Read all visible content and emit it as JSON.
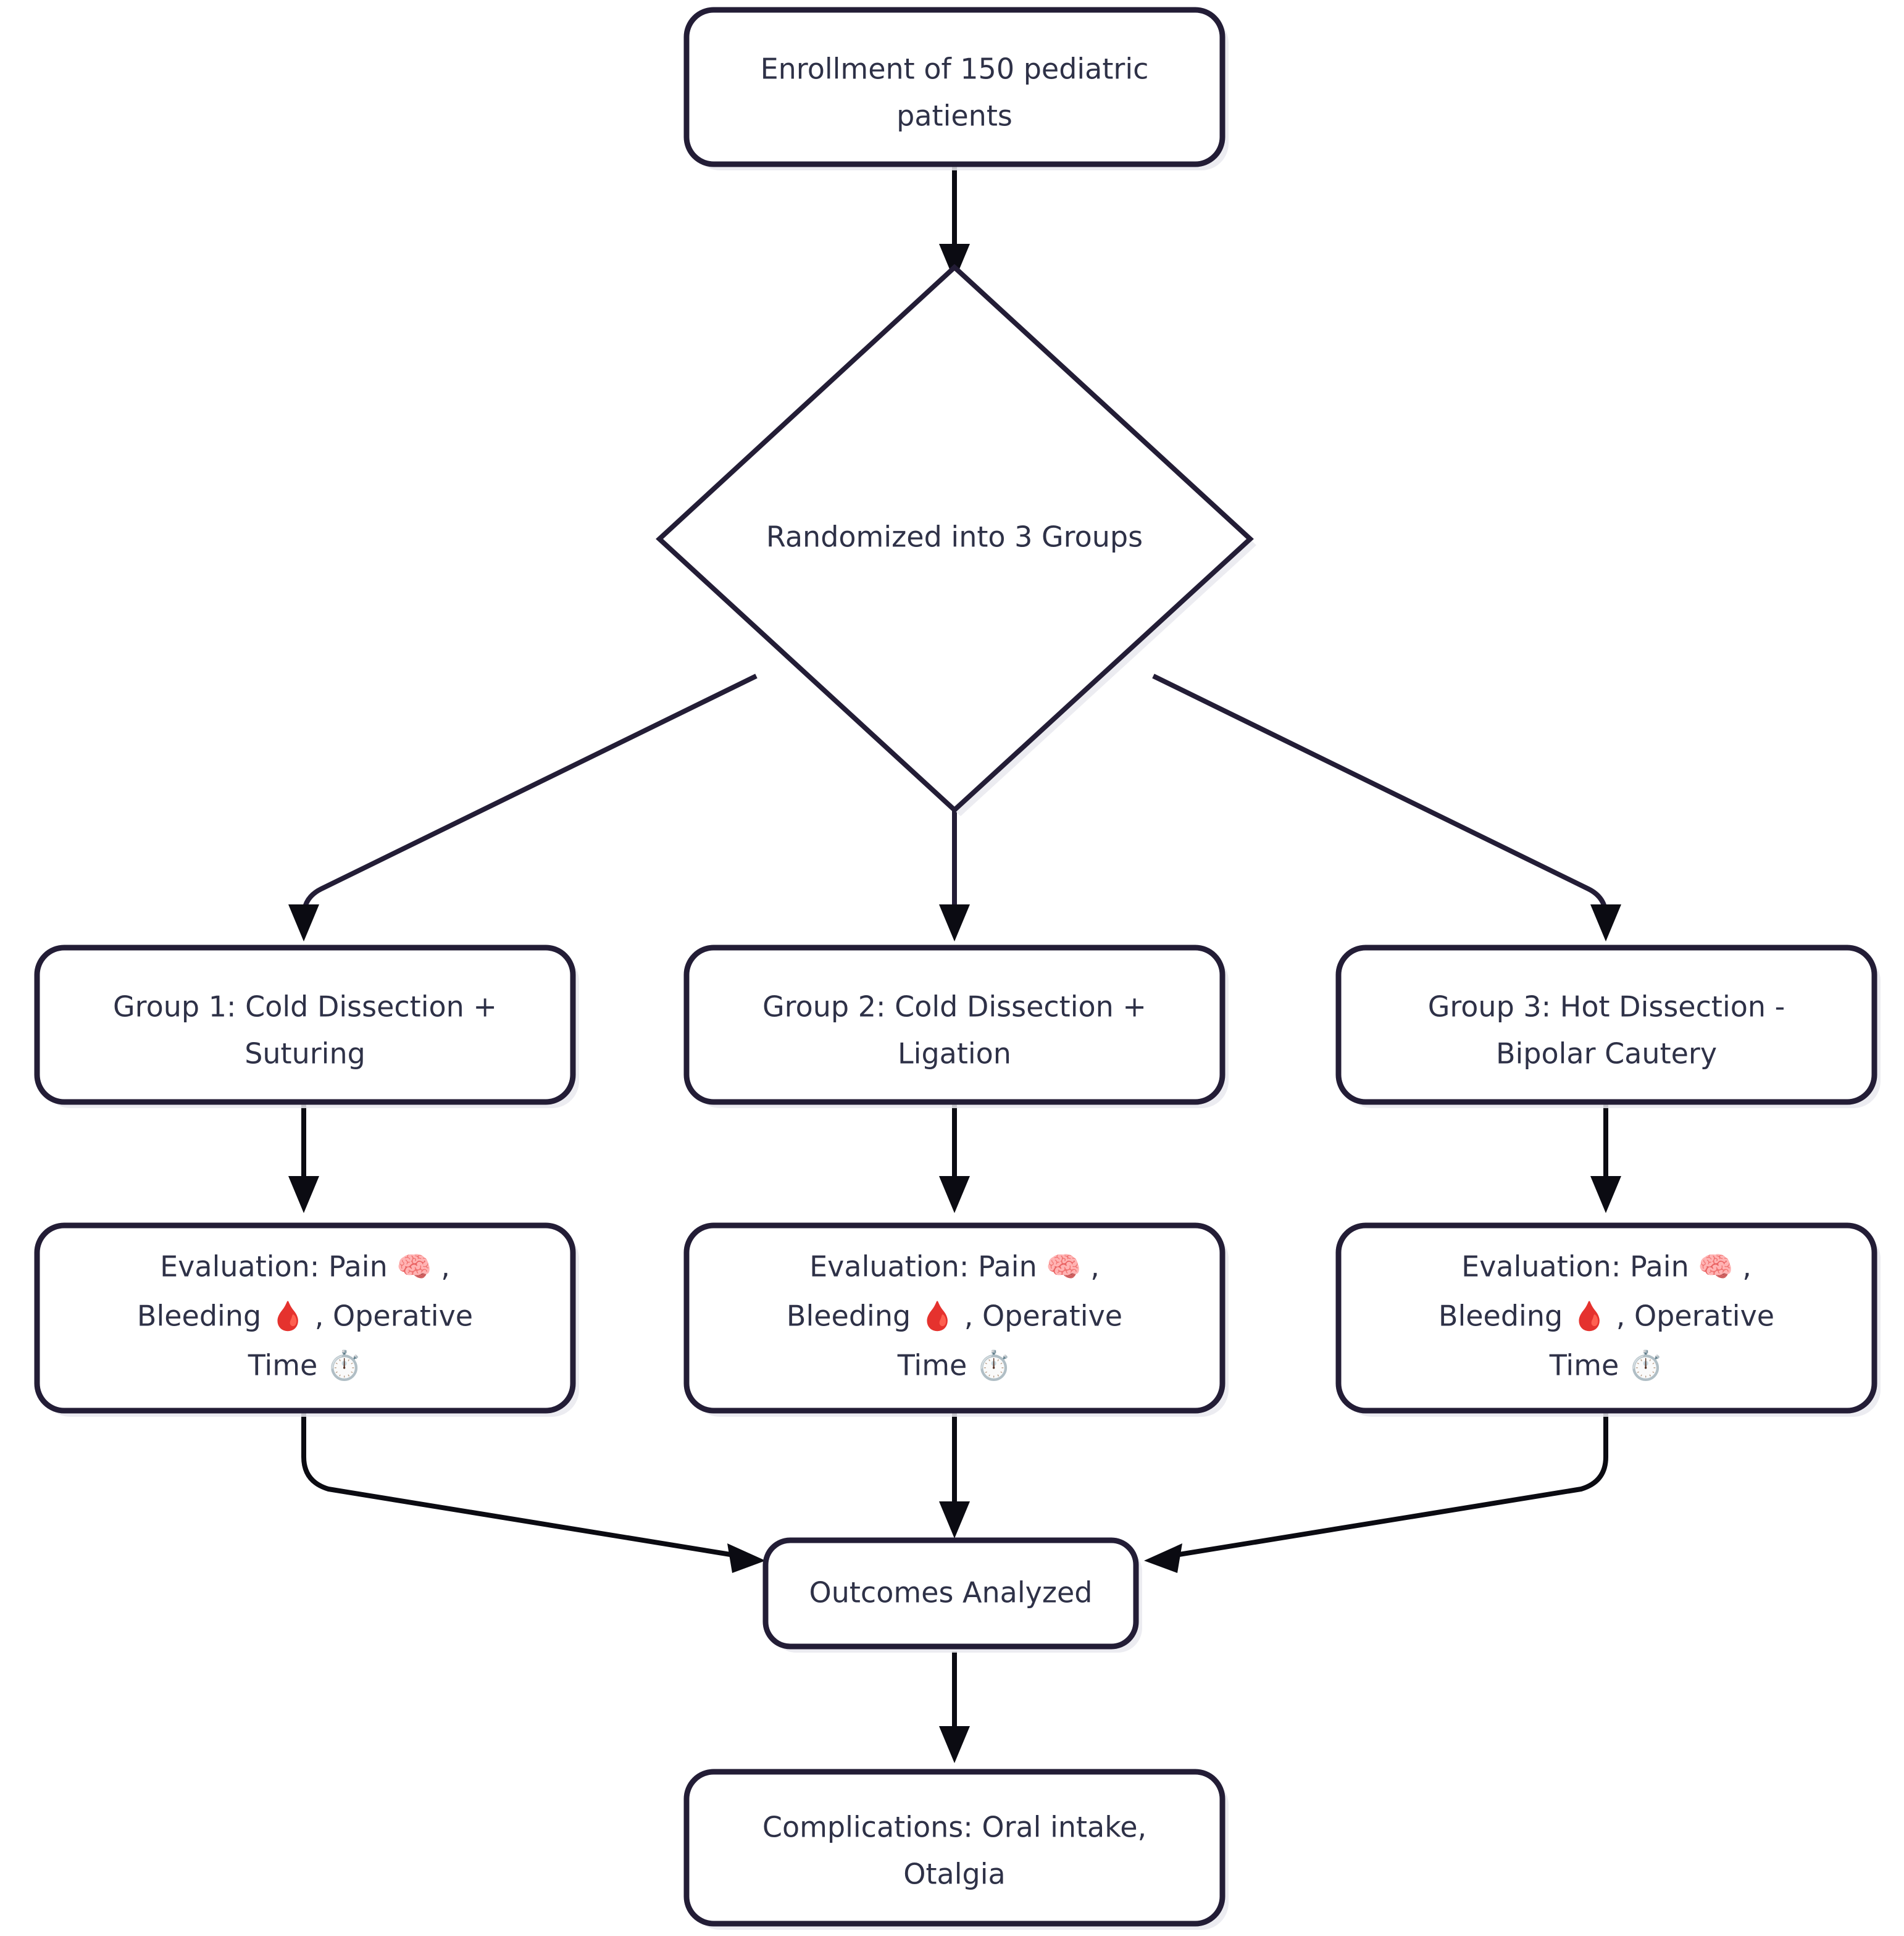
{
  "diagram": {
    "title": "Pediatric tonsillectomy randomized trial flowchart",
    "orientation": "top-to-bottom",
    "background_color": "#ffffff",
    "node_border_color": "#231d36",
    "node_fill_color": "#ffffff",
    "text_color": "#2e3147",
    "edge_color": "#0b0b12"
  },
  "nodes": {
    "enrollment": {
      "id": "enrollment",
      "shape": "rounded-rectangle",
      "lines": [
        "Enrollment of 150 pediatric",
        "patients"
      ],
      "text": "Enrollment of 150 pediatric patients"
    },
    "randomization": {
      "id": "randomization",
      "shape": "diamond",
      "lines": [
        "Randomized into 3 Groups"
      ],
      "text": "Randomized into 3 Groups"
    },
    "group1": {
      "id": "group1",
      "shape": "rounded-rectangle",
      "lines": [
        "Group 1: Cold Dissection +",
        "Suturing"
      ],
      "text": "Group 1: Cold Dissection + Suturing"
    },
    "group2": {
      "id": "group2",
      "shape": "rounded-rectangle",
      "lines": [
        "Group 2: Cold Dissection +",
        "Ligation"
      ],
      "text": "Group 2: Cold Dissection + Ligation"
    },
    "group3": {
      "id": "group3",
      "shape": "rounded-rectangle",
      "lines": [
        "Group 3: Hot Dissection -",
        "Bipolar Cautery"
      ],
      "text": "Group 3: Hot Dissection - Bipolar Cautery"
    },
    "eval1": {
      "id": "eval1",
      "shape": "rounded-rectangle",
      "lines": [
        "Evaluation: Pain 🧠 ,",
        "Bleeding 🩸 , Operative",
        "Time ⏱️"
      ],
      "text": "Evaluation: Pain 🧠 , Bleeding 🩸 , Operative Time ⏱️"
    },
    "eval2": {
      "id": "eval2",
      "shape": "rounded-rectangle",
      "lines": [
        "Evaluation: Pain 🧠 ,",
        "Bleeding 🩸 , Operative",
        "Time ⏱️"
      ],
      "text": "Evaluation: Pain 🧠 , Bleeding 🩸 , Operative Time ⏱️"
    },
    "eval3": {
      "id": "eval3",
      "shape": "rounded-rectangle",
      "lines": [
        "Evaluation: Pain 🧠 ,",
        "Bleeding 🩸 , Operative",
        "Time ⏱️"
      ],
      "text": "Evaluation: Pain 🧠 , Bleeding 🩸 , Operative Time ⏱️"
    },
    "outcomes": {
      "id": "outcomes",
      "shape": "rounded-rectangle",
      "lines": [
        "Outcomes Analyzed"
      ],
      "text": "Outcomes Analyzed"
    },
    "complications": {
      "id": "complications",
      "shape": "rounded-rectangle",
      "lines": [
        "Complications: Oral intake,",
        "Otalgia"
      ],
      "text": "Complications: Oral intake, Otalgia"
    }
  },
  "icons": {
    "brain": "🧠",
    "blood_drop": "🩸",
    "stopwatch": "⏱️"
  },
  "edges": [
    {
      "from": "enrollment",
      "to": "randomization",
      "label": ""
    },
    {
      "from": "randomization",
      "to": "group1",
      "label": ""
    },
    {
      "from": "randomization",
      "to": "group2",
      "label": ""
    },
    {
      "from": "randomization",
      "to": "group3",
      "label": ""
    },
    {
      "from": "group1",
      "to": "eval1",
      "label": ""
    },
    {
      "from": "group2",
      "to": "eval2",
      "label": ""
    },
    {
      "from": "group3",
      "to": "eval3",
      "label": ""
    },
    {
      "from": "eval1",
      "to": "outcomes",
      "label": ""
    },
    {
      "from": "eval2",
      "to": "outcomes",
      "label": ""
    },
    {
      "from": "eval3",
      "to": "outcomes",
      "label": ""
    },
    {
      "from": "outcomes",
      "to": "complications",
      "label": ""
    }
  ]
}
